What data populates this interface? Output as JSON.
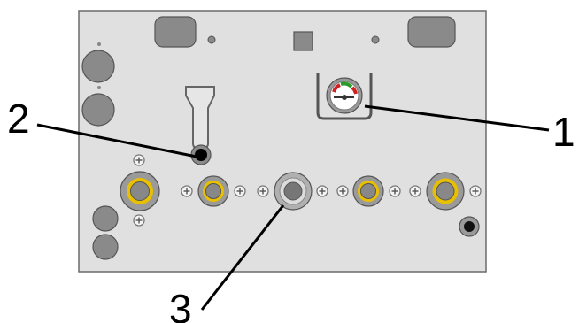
{
  "callouts": [
    {
      "id": "1",
      "label": "1"
    },
    {
      "id": "2",
      "label": "2"
    },
    {
      "id": "3",
      "label": "3"
    }
  ],
  "colors": {
    "panel": "#e0e0e0",
    "panel_border": "#6b6b6b",
    "component_gray": "#8a8a8a",
    "fitting_yellow": "#e8c000",
    "fitting_ring_gray": "#a0a0a0",
    "gauge_red": "#d02020",
    "gauge_green": "#2a9a2a",
    "leader_line": "#000000"
  }
}
